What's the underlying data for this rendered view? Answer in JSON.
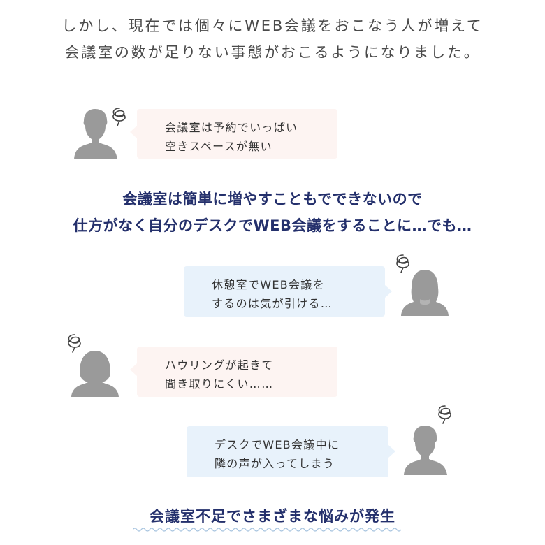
{
  "intro": {
    "line1": "しかし、現在では個々にWEB会議をおこなう人が増えて",
    "line2": "会議室の数が足りない事態がおこるようになりました。"
  },
  "bubbles": [
    {
      "line1": "会議室は予約でいっぱい",
      "line2": "空きスペースが無い"
    },
    {
      "line1": "休憩室でWEB会議を",
      "line2": "するのは気が引ける…"
    },
    {
      "line1": "ハウリングが起きて",
      "line2": "聞き取りにくい……"
    },
    {
      "line1": "デスクでWEB会議中に",
      "line2": "隣の声が入ってしまう"
    }
  ],
  "middle": {
    "line1": "会議室は簡単に増やすこともでできないので",
    "line2": "仕方がなく自分のデスクでWEB会議をすることに…でも…"
  },
  "conclusion": "会議室不足でさまざまな悩みが発生",
  "colors": {
    "heading_navy": "#24306c",
    "bubble_pink": "#fdf4f2",
    "bubble_blue": "#e8f2fb",
    "silhouette_gray": "#9a9a9a"
  },
  "icons": [
    "man-silhouette-icon",
    "woman-silhouette-icon",
    "worry-scribble-icon",
    "wavy-underline"
  ]
}
